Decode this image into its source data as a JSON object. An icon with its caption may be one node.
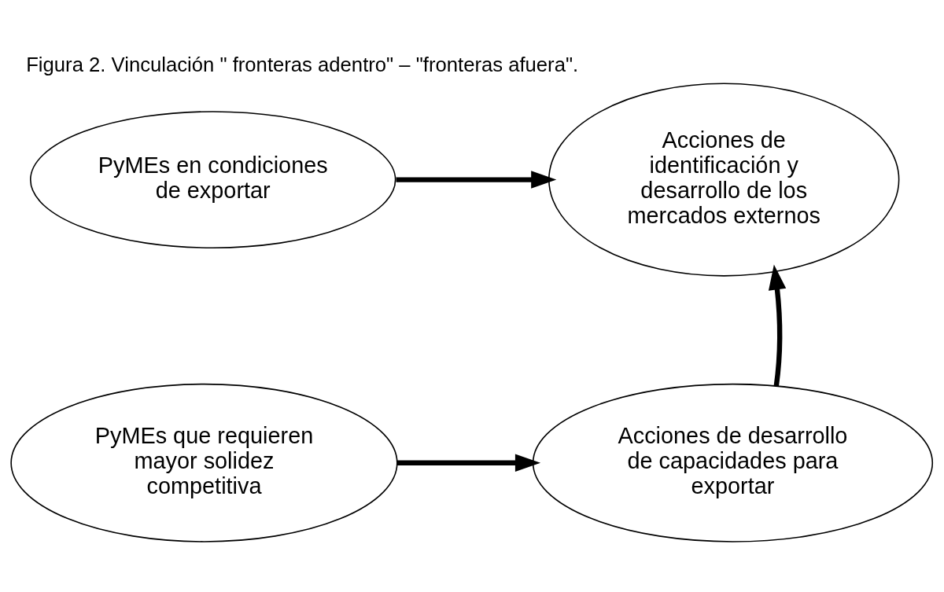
{
  "diagram": {
    "title": "Figura 2. Vinculación \" fronteras adentro\" – \"fronteras afuera\".",
    "nodes": [
      {
        "text": [
          "PyMEs en condiciones de exportar"
        ]
      },
      {
        "text": [
          "Acciones de identificación y desarrollo de los mercados externos"
        ]
      },
      {
        "text": [
          "PyMEs que requieren mayor solidez competitiva"
        ]
      },
      {
        "text": [
          "Acciones de desarrollo de capacidades para exportar"
        ]
      }
    ],
    "edges": [
      {
        "from": 0,
        "to": 1,
        "arrow": "to"
      },
      {
        "from": 2,
        "to": 3,
        "arrow": "to"
      },
      {
        "from": 3,
        "to": 1,
        "arrow": "to"
      }
    ]
  }
}
